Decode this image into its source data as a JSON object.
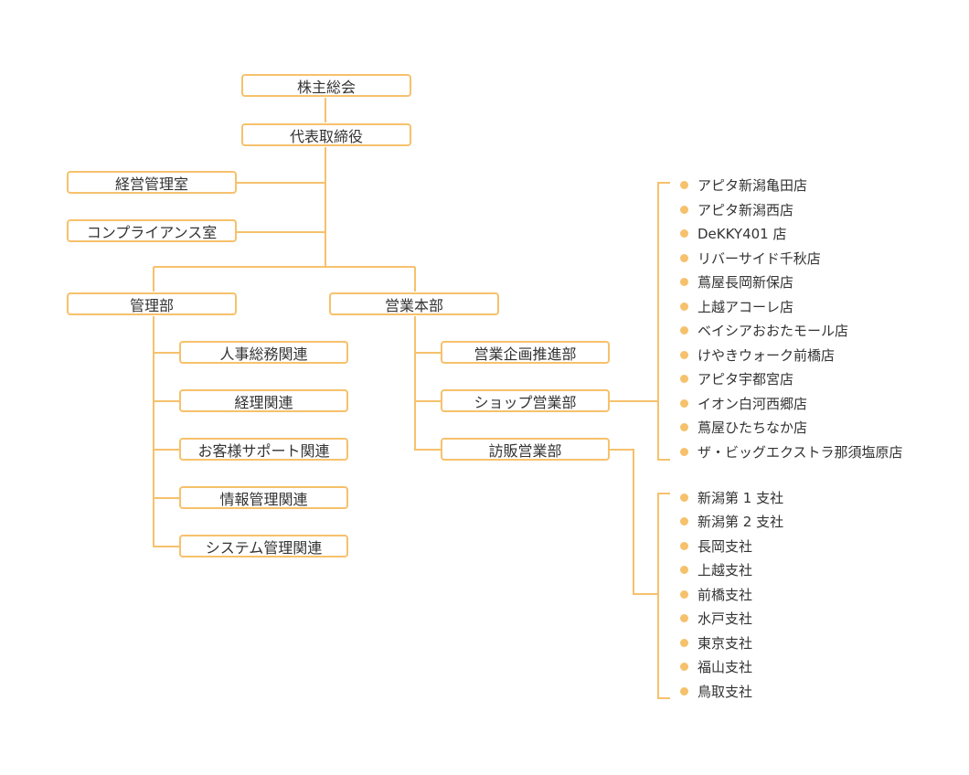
{
  "colors": {
    "accent": "#f6c16c",
    "text": "#333333",
    "background": "#ffffff"
  },
  "nodes": {
    "shareholders": "株主総会",
    "ceo": "代表取締役",
    "management_office": "経営管理室",
    "compliance_office": "コンプライアンス室",
    "admin_dept": "管理部",
    "sales_hq": "営業本部"
  },
  "admin_children": [
    "人事総務関連",
    "経理関連",
    "お客様サポート関連",
    "情報管理関連",
    "システム管理関連"
  ],
  "sales_children": [
    "営業企画推進部",
    "ショップ営業部",
    "訪販営業部"
  ],
  "shops": [
    "アピタ新潟亀田店",
    "アピタ新潟西店",
    "DeKKY401 店",
    "リバーサイド千秋店",
    "蔦屋長岡新保店",
    "上越アコーレ店",
    "ベイシアおおたモール店",
    "けやきウォーク前橋店",
    "アピタ宇都宮店",
    "イオン白河西郷店",
    "蔦屋ひたちなか店",
    "ザ・ビッグエクストラ那須塩原店"
  ],
  "branches": [
    "新潟第 1 支社",
    "新潟第 2 支社",
    "長岡支社",
    "上越支社",
    "前橋支社",
    "水戸支社",
    "東京支社",
    "福山支社",
    "鳥取支社"
  ]
}
